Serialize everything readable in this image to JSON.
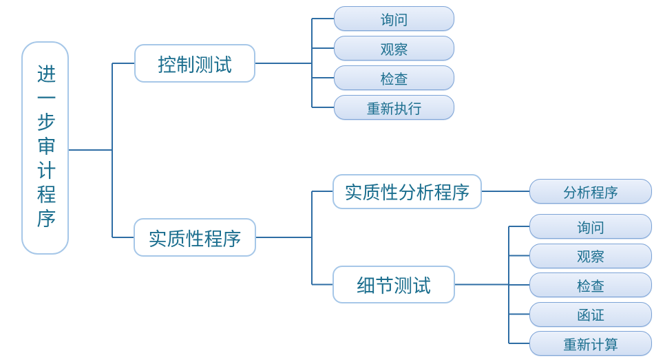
{
  "tree": {
    "root": "进一步审计程序",
    "control_tests": {
      "label": "控制测试",
      "children": [
        "询问",
        "观察",
        "检查",
        "重新执行"
      ]
    },
    "substantive": {
      "label": "实质性程序",
      "analytical": {
        "label": "实质性分析程序",
        "children": [
          "分析程序"
        ]
      },
      "details": {
        "label": "细节测试",
        "children": [
          "询问",
          "观察",
          "检查",
          "函证",
          "重新计算"
        ]
      }
    }
  },
  "colors": {
    "line": "#2e6da4",
    "box_border": "#a6c7e8",
    "pill_border": "#7ca3d6",
    "pill_top": "#ebf1fb",
    "pill_bottom": "#d2dff3",
    "text": "#1b6e8e"
  }
}
